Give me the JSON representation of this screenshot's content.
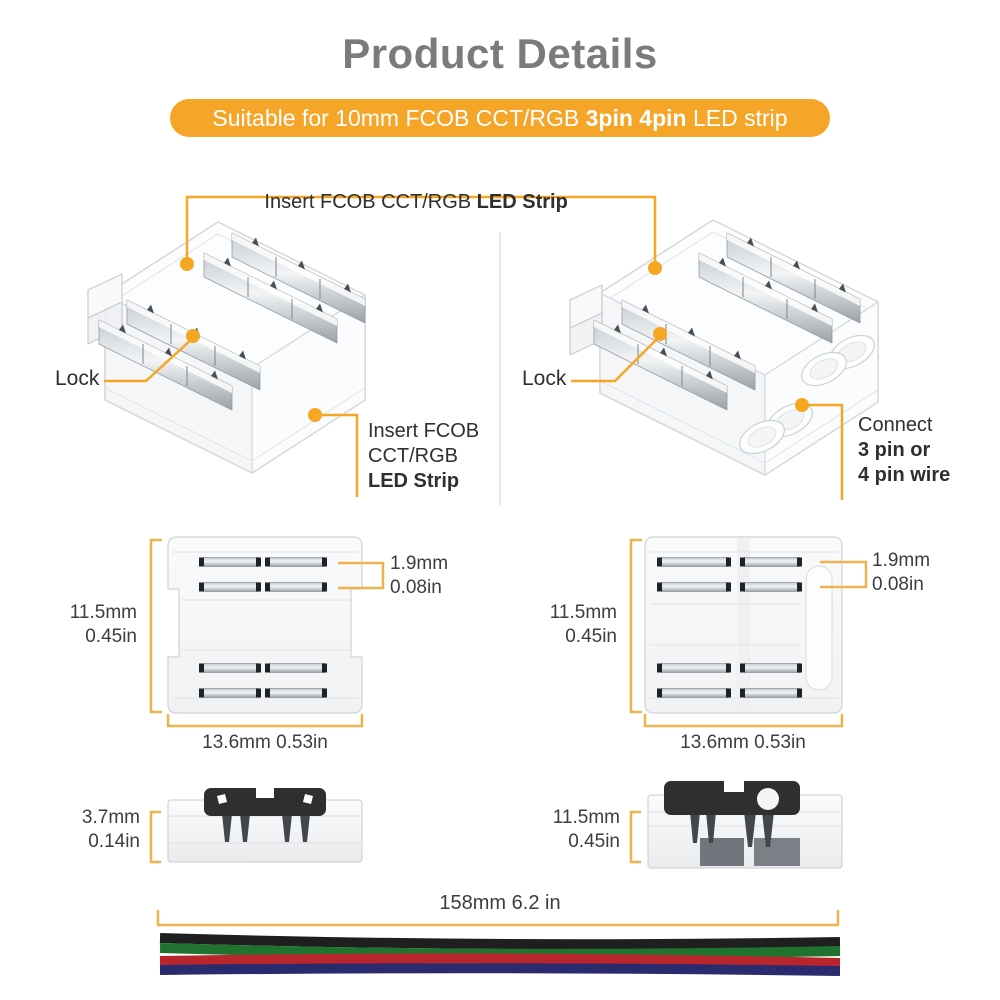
{
  "title": "Product Details",
  "banner": {
    "text_before": "Suitable for 10mm FCOB CCT/RGB ",
    "text_bold": "3pin 4pin",
    "text_after": " LED strip"
  },
  "callouts": {
    "insert_strip_top": {
      "text": "Insert FCOB CCT/RGB ",
      "text_bold": "LED Strip"
    },
    "lock_left": {
      "label": "Lock"
    },
    "lock_right": {
      "label": "Lock"
    },
    "insert_strip_side": {
      "line1": "Insert FCOB",
      "line2": "CCT/RGB",
      "line3_bold": "LED Strip"
    },
    "connect_wire": {
      "line1": "Connect",
      "line2_bold": "3 pin or",
      "line3_bold": "4 pin wire"
    }
  },
  "dimensions": {
    "left_top_view": {
      "height_mm": "11.5mm",
      "height_in": "0.45in",
      "gap_mm": "1.9mm",
      "gap_in": "0.08in",
      "width": "13.6mm 0.53in"
    },
    "right_top_view": {
      "height_mm": "11.5mm",
      "height_in": "0.45in",
      "gap_mm": "1.9mm",
      "gap_in": "0.08in",
      "width": "13.6mm 0.53in"
    },
    "left_side_view": {
      "height_mm": "3.7mm",
      "height_in": "0.14in"
    },
    "right_side_view": {
      "height_mm": "11.5mm",
      "height_in": "0.45in"
    },
    "wire": {
      "length": "158mm 6.2 in"
    }
  },
  "colors": {
    "accent_orange": "#F5A528",
    "dimension_yellow": "#EDB34E",
    "title_gray": "#7B7B7B",
    "text_dark": "#2F2F2F",
    "wire_black": "#1F1F1F",
    "wire_green": "#20722F",
    "wire_red": "#B8262C",
    "wire_blue": "#2A2A6E"
  }
}
